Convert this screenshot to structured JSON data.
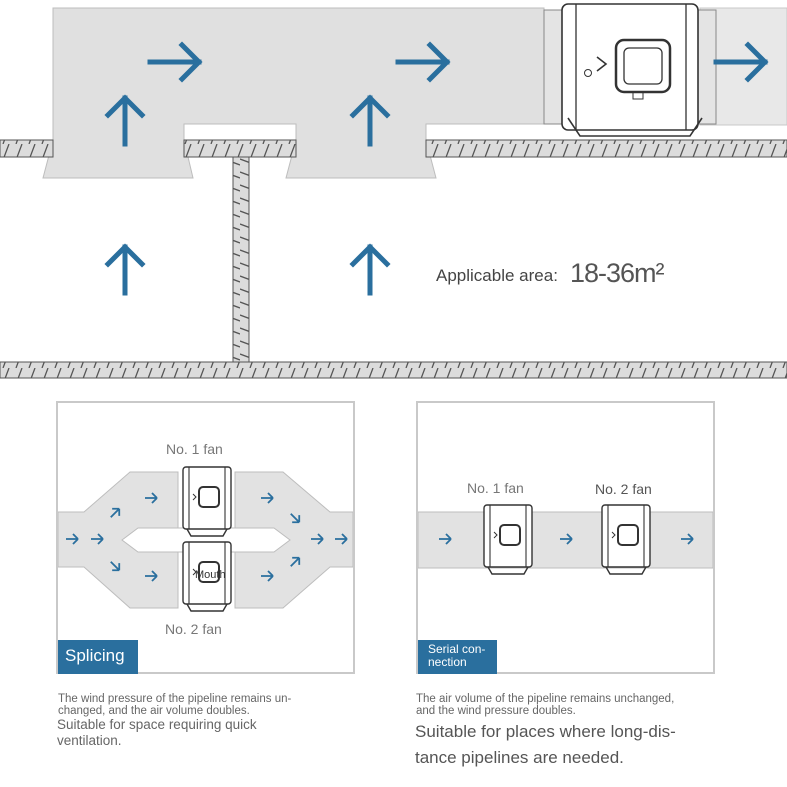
{
  "colors": {
    "arrow": "#2a6f9e",
    "duct": "#e0e0e0",
    "panel_border": "#c9c9c9",
    "tag_bg": "#2a6f9e"
  },
  "top": {
    "area_label": "Applicable area:",
    "area_value": "18-36m²"
  },
  "splicing": {
    "fan1_label": "No. 1 fan",
    "fan2_label": "No. 2 fan",
    "mouth_label": "Mouth",
    "tag": "Splicing",
    "desc_small": "The wind pressure of the pipeline remains un-\nchanged, and the air volume doubles.",
    "desc_big": "Suitable for space requiring quick\nventilation."
  },
  "serial": {
    "fan1_label": "No. 1 fan",
    "fan2_label": "No. 2 fan",
    "tag": "Serial con-\nnection",
    "desc_small": "The air volume of the pipeline remains unchanged,\nand the wind pressure doubles.",
    "desc_big": "Suitable for places where long-dis-\ntance pipelines are needed."
  },
  "icons": [
    "arrow-up-icon",
    "arrow-right-icon",
    "fan-icon"
  ]
}
